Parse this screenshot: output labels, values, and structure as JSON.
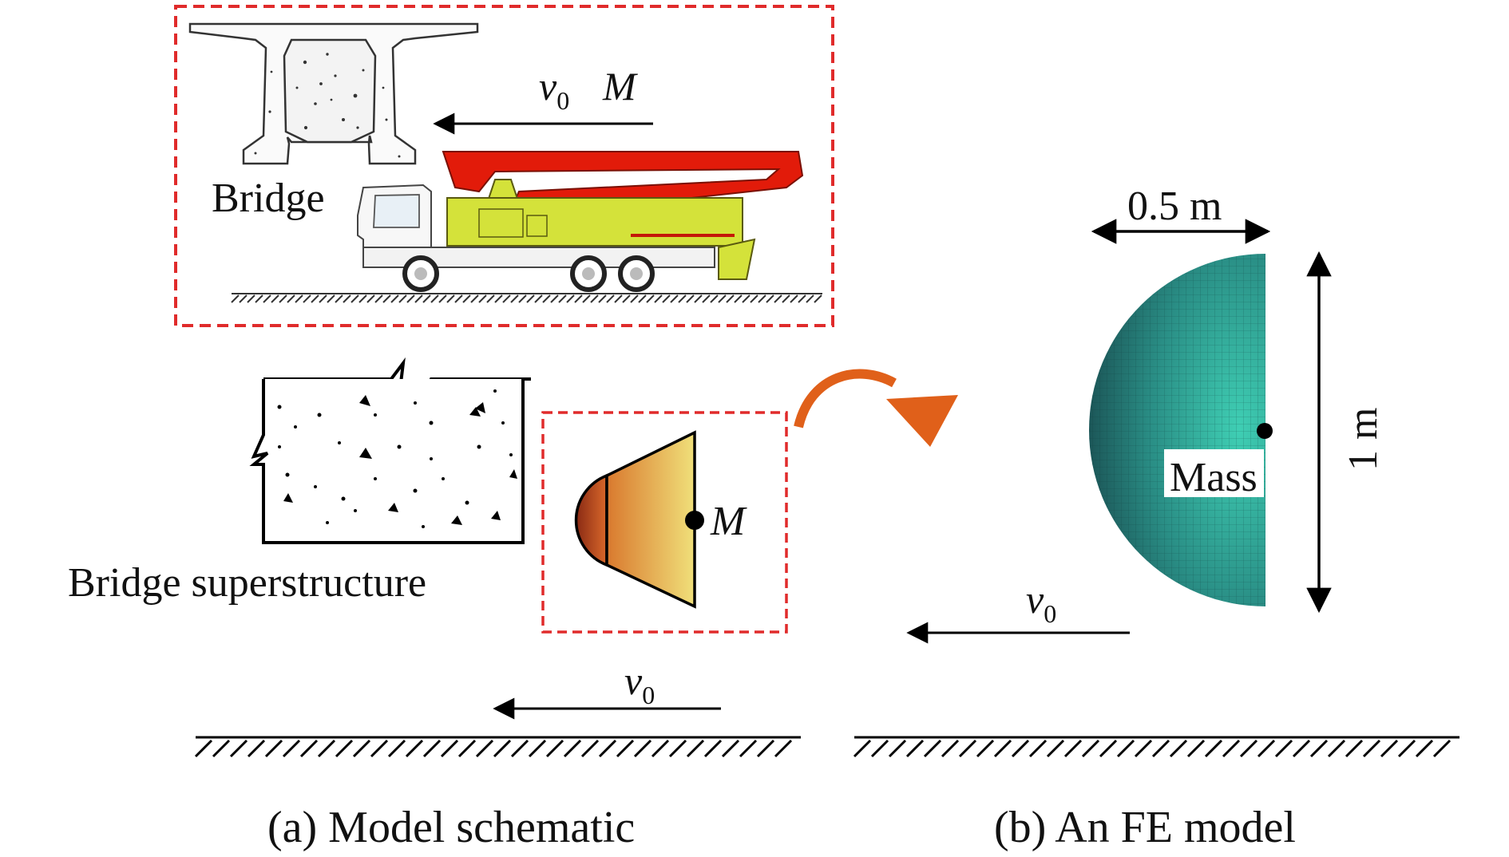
{
  "panel_a": {
    "inset": {
      "bridge_label": "Bridge",
      "velocity_symbol": "v",
      "velocity_subscript": "0",
      "mass_symbol": "M"
    },
    "superstructure_label": "Bridge superstructure",
    "mass_symbol": "M",
    "velocity_symbol": "v",
    "velocity_subscript": "0",
    "caption": "(a) Model schematic"
  },
  "panel_b": {
    "width_dimension": "0.5 m",
    "height_dimension": "1 m",
    "mass_label": "Mass",
    "velocity_symbol": "v",
    "velocity_subscript": "0",
    "caption": "(b) An FE model"
  },
  "colors": {
    "dashed_box": "#e02b2b",
    "boom": "#e21b0a",
    "truck_body": "#d4e23a",
    "transition_arrow": "#e0601a",
    "fe_mesh": "#1f6f68"
  }
}
